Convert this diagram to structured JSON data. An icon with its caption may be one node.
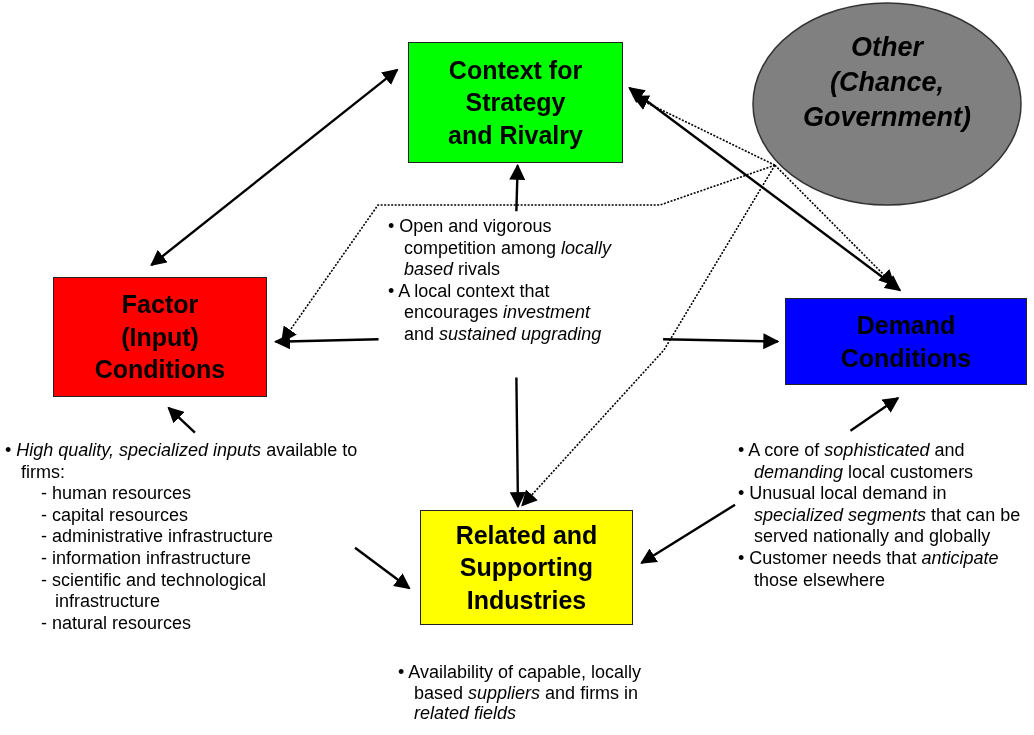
{
  "diagram": {
    "nodes": [
      {
        "text": [
          "Context for Strategy and Rivalry"
        ]
      },
      {
        "text": [
          "Other (Chance, Government)"
        ]
      },
      {
        "text": [
          "Factor (Input) Conditions"
        ]
      },
      {
        "text": [
          "• Open and vigorous competition among *locally based* rivals",
          "• A local context that encourages *investment* and *sustained upgrading*"
        ]
      },
      {
        "text": [
          "Demand Conditions"
        ]
      },
      {
        "text": [
          "• *High quality, specialized inputs* available to firms:",
          "- human resources",
          "- capital resources",
          "- administrative infrastructure",
          "- information infrastructure",
          "- scientific and technological infrastructure",
          "- natural resources"
        ]
      },
      {
        "text": [
          "Related and Supporting Industries"
        ],
        "beside": [
          "• Availability of capable, locally based *suppliers* and firms in *related fields*"
        ]
      },
      {
        "text": [
          "• A core of *sophisticated* and *demanding* local customers",
          "• Unusual local demand in *specialized segments* that can be served nationally and globally",
          "• Customer needs that *anticipate* those elsewhere"
        ]
      }
    ],
    "edges": [
      {
        "from": 0,
        "to": 2,
        "arrow": "both"
      },
      {
        "from": 0,
        "to": 4,
        "arrow": "both"
      },
      {
        "from": 3,
        "to": 0,
        "arrow": "to"
      },
      {
        "from": 3,
        "to": 2,
        "arrow": "to"
      },
      {
        "from": 3,
        "to": 4,
        "arrow": "to"
      },
      {
        "from": 3,
        "to": 6,
        "arrow": "to"
      },
      {
        "from": 5,
        "to": 2,
        "arrow": "to"
      },
      {
        "from": 5,
        "to": 6,
        "arrow": "to"
      },
      {
        "from": 7,
        "to": 4,
        "arrow": "to"
      },
      {
        "from": 7,
        "to": 6,
        "arrow": "to"
      },
      {
        "from": 1,
        "to": 0,
        "arrow": "to",
        "style": "dashed"
      },
      {
        "from": 1,
        "to": 4,
        "arrow": "to",
        "style": "dashed"
      },
      {
        "from": 1,
        "to": 2,
        "arrow": "to",
        "style": "dashed"
      },
      {
        "from": 1,
        "to": 6,
        "arrow": "to",
        "style": "dashed"
      }
    ]
  }
}
